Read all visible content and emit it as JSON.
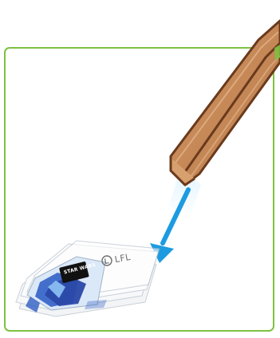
{
  "illustration": {
    "frame_color": "#7dc142",
    "arrow_color": "#1d9be0",
    "tool_color": "#c68a56",
    "tool_edge_color": "#6a3a1d",
    "card_logo_text": "STAR WARS",
    "card_imprint_text": "LFL",
    "icons": [
      "wooden-clip-tool",
      "down-arrow",
      "token-stack"
    ]
  }
}
